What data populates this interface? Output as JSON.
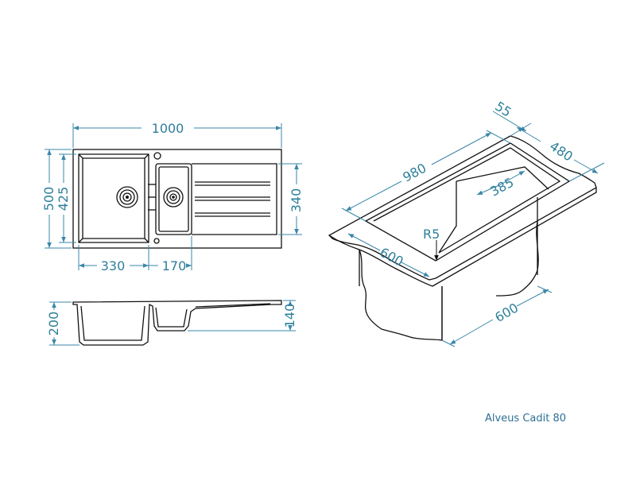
{
  "drawing": {
    "product_name": "Alveus Cadit 80",
    "dimension_color": "#3a87a8",
    "line_color": "#111111",
    "top_view": {
      "overall_width": "1000",
      "overall_depth": "500",
      "bowl_depth": "425",
      "drainer_depth": "340",
      "main_bowl_width": "330",
      "second_bowl_width": "170"
    },
    "side_view": {
      "main_bowl_height": "200",
      "second_bowl_height": "140"
    },
    "install_view": {
      "cutout_length": "980",
      "edge_offset": "55",
      "cutout_depth": "480",
      "inner_depth": "385",
      "corner_radius": "R5",
      "worktop_depth": "600",
      "cabinet_width": "600"
    }
  }
}
